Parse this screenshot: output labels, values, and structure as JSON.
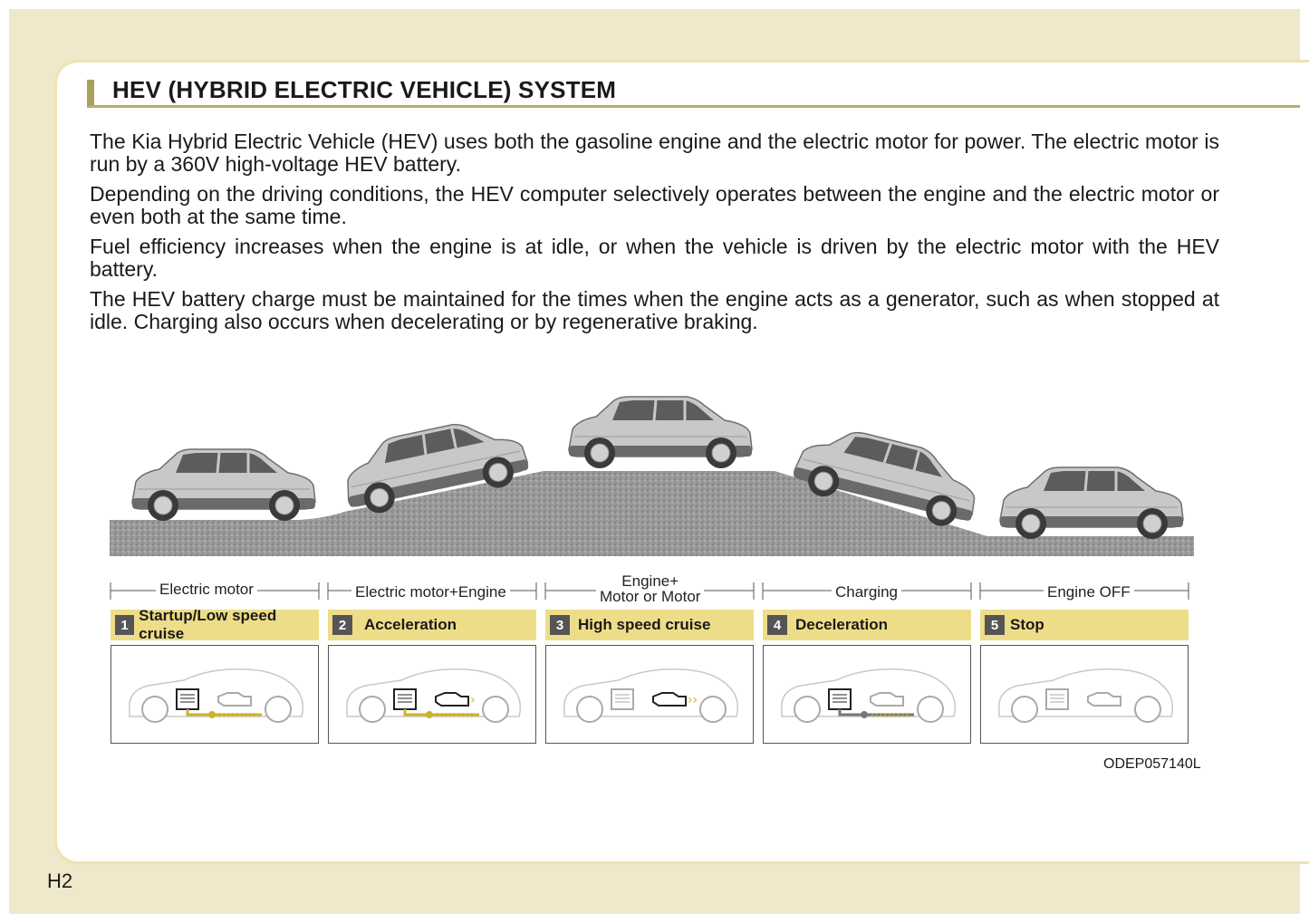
{
  "page": {
    "title": "HEV (HYBRID ELECTRIC VEHICLE) SYSTEM",
    "page_number": "H2",
    "figure_code": "ODEP057140L"
  },
  "paragraphs": [
    "The Kia Hybrid Electric Vehicle (HEV) uses both the gasoline engine and the electric motor for power. The electric motor is run by a 360V high-voltage HEV battery.",
    "Depending on the driving conditions, the HEV computer selectively operates between the engine and the electric motor or even both at the same time.",
    "Fuel efficiency increases when the engine is at idle, or when the vehicle is driven by the electric motor with the HEV battery.",
    "The HEV battery charge must be maintained for the times when the engine acts as a generator, such as when stopped at idle. Charging also occurs when decelerating or by regenerative braking."
  ],
  "stages": [
    {
      "power": "Electric motor",
      "number": "1",
      "name": "Startup/Low speed cruise"
    },
    {
      "power": "Electric motor+Engine",
      "number": "2",
      "name": "Acceleration"
    },
    {
      "power_line1": "Engine+",
      "power_line2": "Motor or Motor",
      "number": "3",
      "name": "High speed cruise"
    },
    {
      "power": "Charging",
      "number": "4",
      "name": "Deceleration"
    },
    {
      "power": "Engine OFF",
      "number": "5",
      "name": "Stop"
    }
  ],
  "colors": {
    "page_background": "#efe8cb",
    "accent": "#a9a15a",
    "stage_header": "#eedd88",
    "flow_line": "#c9b52a"
  }
}
